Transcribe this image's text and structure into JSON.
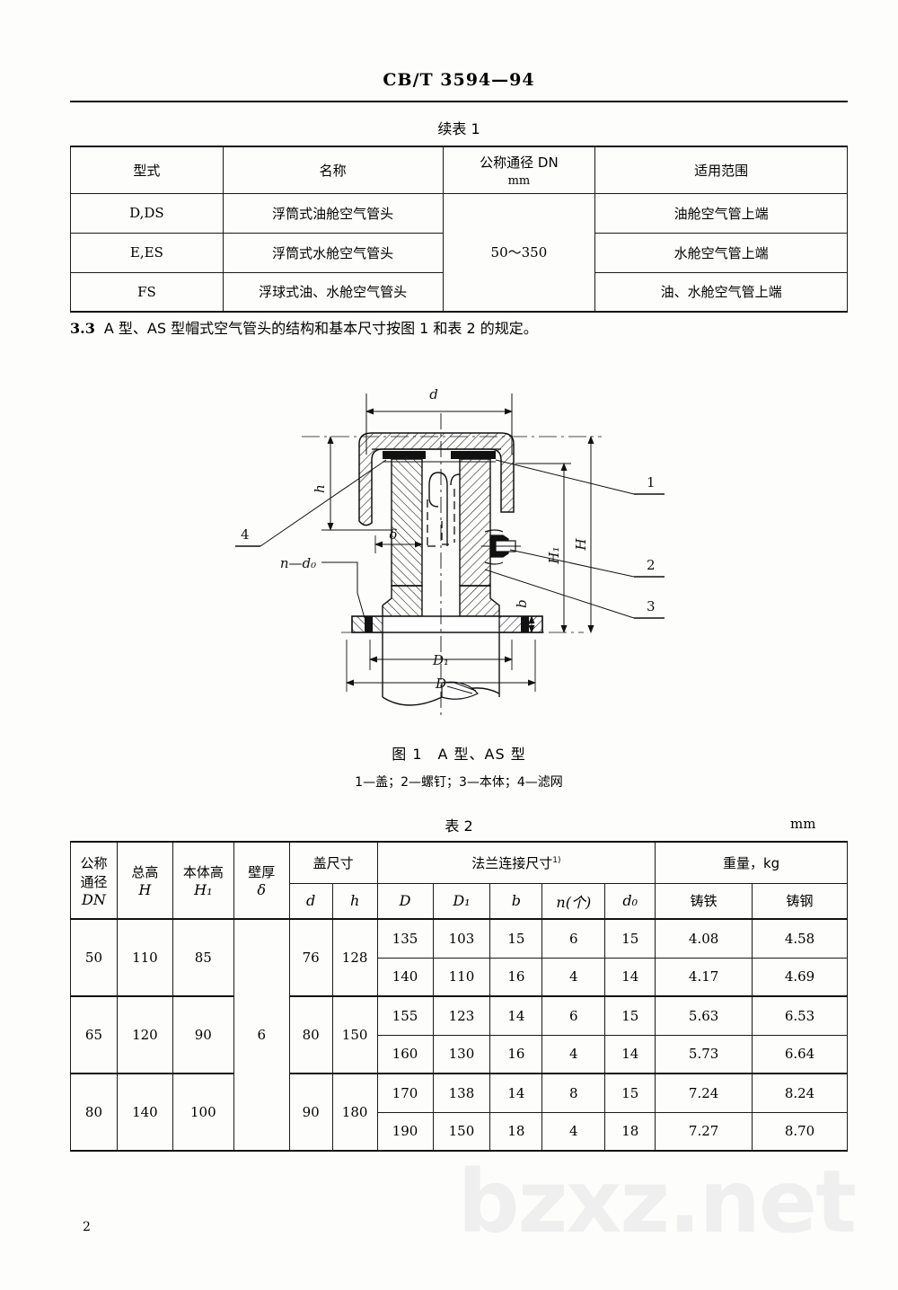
{
  "header": {
    "standard_no": "CB/T 3594—94"
  },
  "table1": {
    "title": "续表 1",
    "columns": [
      {
        "label": "型式"
      },
      {
        "label": "名称"
      },
      {
        "label_line1": "公称通径 DN",
        "label_line2": "mm"
      },
      {
        "label": "适用范围"
      }
    ],
    "dn_range": "50～350",
    "rows": [
      {
        "type": "D,DS",
        "name": "浮筒式油舱空气管头",
        "scope": "油舱空气管上端"
      },
      {
        "type": "E,ES",
        "name": "浮筒式水舱空气管头",
        "scope": "水舱空气管上端"
      },
      {
        "type": "FS",
        "name": "浮球式油、水舱空气管头",
        "scope": "油、水舱空气管上端"
      }
    ]
  },
  "clause": {
    "number": "3.3",
    "text": "A 型、AS 型帽式空气管头的结构和基本尺寸按图 1 和表 2 的规定。"
  },
  "figure": {
    "title": "图 1　A 型、AS 型",
    "legend": "1—盖；2—螺钉；3—本体；4—滤网",
    "dimension_labels": {
      "d": "d",
      "h": "h",
      "delta": "δ",
      "n_d0": "n—d₀",
      "D": "D",
      "D1": "D₁",
      "b": "b",
      "H": "H",
      "H1": "H₁"
    },
    "callouts": [
      {
        "id": "1",
        "name": "盖"
      },
      {
        "id": "2",
        "name": "螺钉"
      },
      {
        "id": "3",
        "name": "本体"
      },
      {
        "id": "4",
        "name": "滤网"
      }
    ]
  },
  "table2": {
    "title": "表 2",
    "unit": "mm",
    "headers": {
      "dn": {
        "l1": "公称",
        "l2": "通径",
        "l3": "DN"
      },
      "total_height": {
        "l1": "总高",
        "l2": "H"
      },
      "body_height": {
        "l1": "本体高",
        "l2": "H₁"
      },
      "wall_thickness": {
        "l1": "壁厚",
        "l2": "δ"
      },
      "cap_group": "盖尺寸",
      "cap_d": "d",
      "cap_h": "h",
      "flange_group": "法兰连接尺寸",
      "flange_group_footnote": "1)",
      "flange_D": "D",
      "flange_D1": "D₁",
      "flange_b": "b",
      "flange_n": "n(个)",
      "flange_d0": "d₀",
      "weight_group": "重量，kg",
      "weight_iron": "铸铁",
      "weight_steel": "铸钢"
    },
    "wall_thickness_value": "6",
    "rows": [
      {
        "dn": "50",
        "H": "110",
        "H1": "85",
        "d": "76",
        "h": "128",
        "variants": [
          {
            "D": "135",
            "D1": "103",
            "b": "15",
            "n": "6",
            "d0": "15",
            "iron": "4.08",
            "steel": "4.58"
          },
          {
            "D": "140",
            "D1": "110",
            "b": "16",
            "n": "4",
            "d0": "14",
            "iron": "4.17",
            "steel": "4.69"
          }
        ]
      },
      {
        "dn": "65",
        "H": "120",
        "H1": "90",
        "d": "80",
        "h": "150",
        "variants": [
          {
            "D": "155",
            "D1": "123",
            "b": "14",
            "n": "6",
            "d0": "15",
            "iron": "5.63",
            "steel": "6.53"
          },
          {
            "D": "160",
            "D1": "130",
            "b": "16",
            "n": "4",
            "d0": "14",
            "iron": "5.73",
            "steel": "6.64"
          }
        ]
      },
      {
        "dn": "80",
        "H": "140",
        "H1": "100",
        "d": "90",
        "h": "180",
        "variants": [
          {
            "D": "170",
            "D1": "138",
            "b": "14",
            "n": "8",
            "d0": "15",
            "iron": "7.24",
            "steel": "8.24"
          },
          {
            "D": "190",
            "D1": "150",
            "b": "18",
            "n": "4",
            "d0": "18",
            "iron": "7.27",
            "steel": "8.70"
          }
        ]
      }
    ]
  },
  "footer": {
    "page_number": "2"
  },
  "watermark": {
    "text": "bzxz.net"
  }
}
